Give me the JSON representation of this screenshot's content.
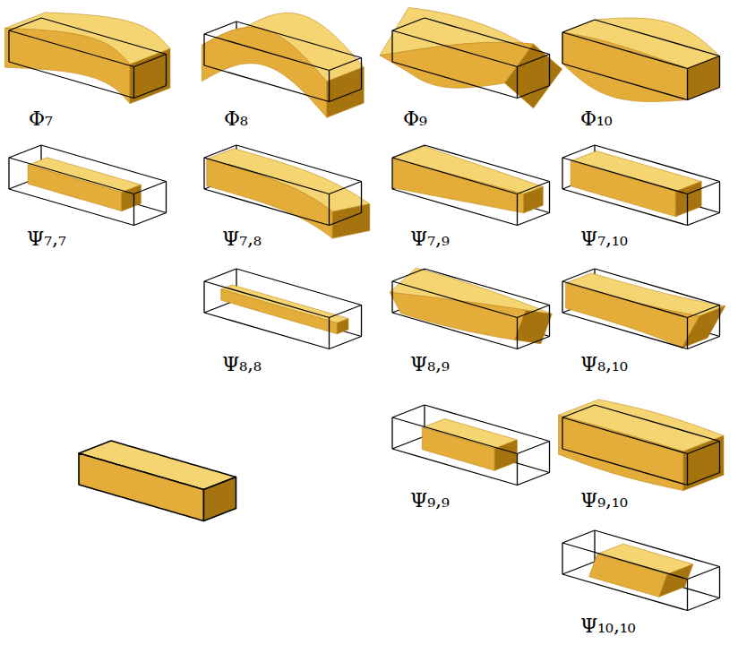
{
  "diagram": {
    "labels": [
      "Φ₇",
      "Φ₈",
      "Φ₉",
      "Φ₁₀",
      "Ψ₇,₇",
      "Ψ₇,₈",
      "Ψ₇,₉",
      "Ψ₇,₁₀",
      "Ψ₈,₈",
      "Ψ₈,₉",
      "Ψ₈,₁₀",
      "Ψ₉,₉",
      "Ψ₉,₁₀",
      "Ψ₁₀,₁₀"
    ]
  }
}
